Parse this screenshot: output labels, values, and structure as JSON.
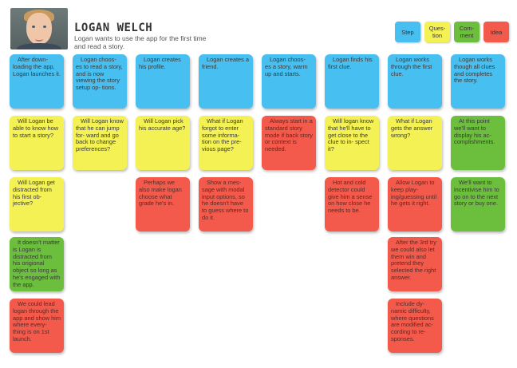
{
  "header": {
    "name": "LOGAN WELCH",
    "description": "Logan wants to use the app for the first time and read a story."
  },
  "colors": {
    "step": "#47bff0",
    "question": "#f4f155",
    "comment": "#6cbf3c",
    "idea": "#f35a4b"
  },
  "legend": [
    {
      "type": "step",
      "label": "Step"
    },
    {
      "type": "question",
      "label": "Ques- tion"
    },
    {
      "type": "comment",
      "label": "Com- ment"
    },
    {
      "type": "idea",
      "label": "Idea"
    }
  ],
  "columns": [
    {
      "cards": [
        {
          "type": "step",
          "row": 0,
          "text": "After down- loading the app, Logan launches it."
        },
        {
          "type": "question",
          "row": 1,
          "text": "Will Logan be able to know how to start a story?"
        },
        {
          "type": "question",
          "row": 2,
          "text": "Will Logan get distracted from his first ob- jective?"
        },
        {
          "type": "comment",
          "row": 3,
          "text": "It doesn't matter is Logan is distracted from his origional object so long as he's engaged with the app."
        },
        {
          "type": "idea",
          "row": 4,
          "text": "We could lead logan through the app and show him where every- thing is on 1st launch."
        }
      ]
    },
    {
      "cards": [
        {
          "type": "step",
          "row": 0,
          "text": "Logan choos- es to read a story, and is now viewing the story setup op- tions."
        },
        {
          "type": "question",
          "row": 1,
          "text": "Will Logan know that he can jump for- ward and go back to change preferences?"
        }
      ]
    },
    {
      "cards": [
        {
          "type": "step",
          "row": 0,
          "text": "Logan creates his profile."
        },
        {
          "type": "question",
          "row": 1,
          "text": "Will Logan pick his accurate age?"
        },
        {
          "type": "idea",
          "row": 2,
          "text": "Perhaps we also make logan choose what grade he's in."
        }
      ]
    },
    {
      "cards": [
        {
          "type": "step",
          "row": 0,
          "text": "Logan creates a friend."
        },
        {
          "type": "question",
          "row": 1,
          "text": "What if Logan forgot to enter some informa- tion on the pre- vious page?"
        },
        {
          "type": "idea",
          "row": 2,
          "text": "Show a mes- sage with modal input options, so he doesn't have to guess where to do it."
        }
      ]
    },
    {
      "cards": [
        {
          "type": "step",
          "row": 0,
          "text": "Logan choos- es a story, warm up and starts."
        },
        {
          "type": "idea",
          "row": 1,
          "text": "Always start in a standard story mode if back story or context is needed."
        }
      ]
    },
    {
      "cards": [
        {
          "type": "step",
          "row": 0,
          "text": "Logan finds his first clue."
        },
        {
          "type": "question",
          "row": 1,
          "text": "Will logan know that he'll have to get close to the clue to in- spect it?"
        },
        {
          "type": "idea",
          "row": 2,
          "text": "Hot and cold detector could give him a sense on how close he needs to be."
        }
      ]
    },
    {
      "cards": [
        {
          "type": "step",
          "row": 0,
          "text": "Logan works through the first clue."
        },
        {
          "type": "question",
          "row": 1,
          "text": "What if Logan gets the answer wrong?"
        },
        {
          "type": "idea",
          "row": 2,
          "text": "Allow Logan to keep play- ing/guessing until he gets it right."
        },
        {
          "type": "idea",
          "row": 3,
          "text": "After the 3rd try we could also let them win and pretend they selected the right answer."
        },
        {
          "type": "idea",
          "row": 4,
          "text": "Include dy- namic difficulty, where questions are modified ac- cording to re- sponses."
        }
      ]
    },
    {
      "cards": [
        {
          "type": "step",
          "row": 0,
          "text": "Logan works though all clues and completes the story."
        },
        {
          "type": "comment",
          "row": 1,
          "text": "At this point we'll want to display his ac- complishments."
        },
        {
          "type": "comment",
          "row": 2,
          "text": "We'll want to incentivise him to go on to the next story or buy one."
        }
      ]
    }
  ]
}
